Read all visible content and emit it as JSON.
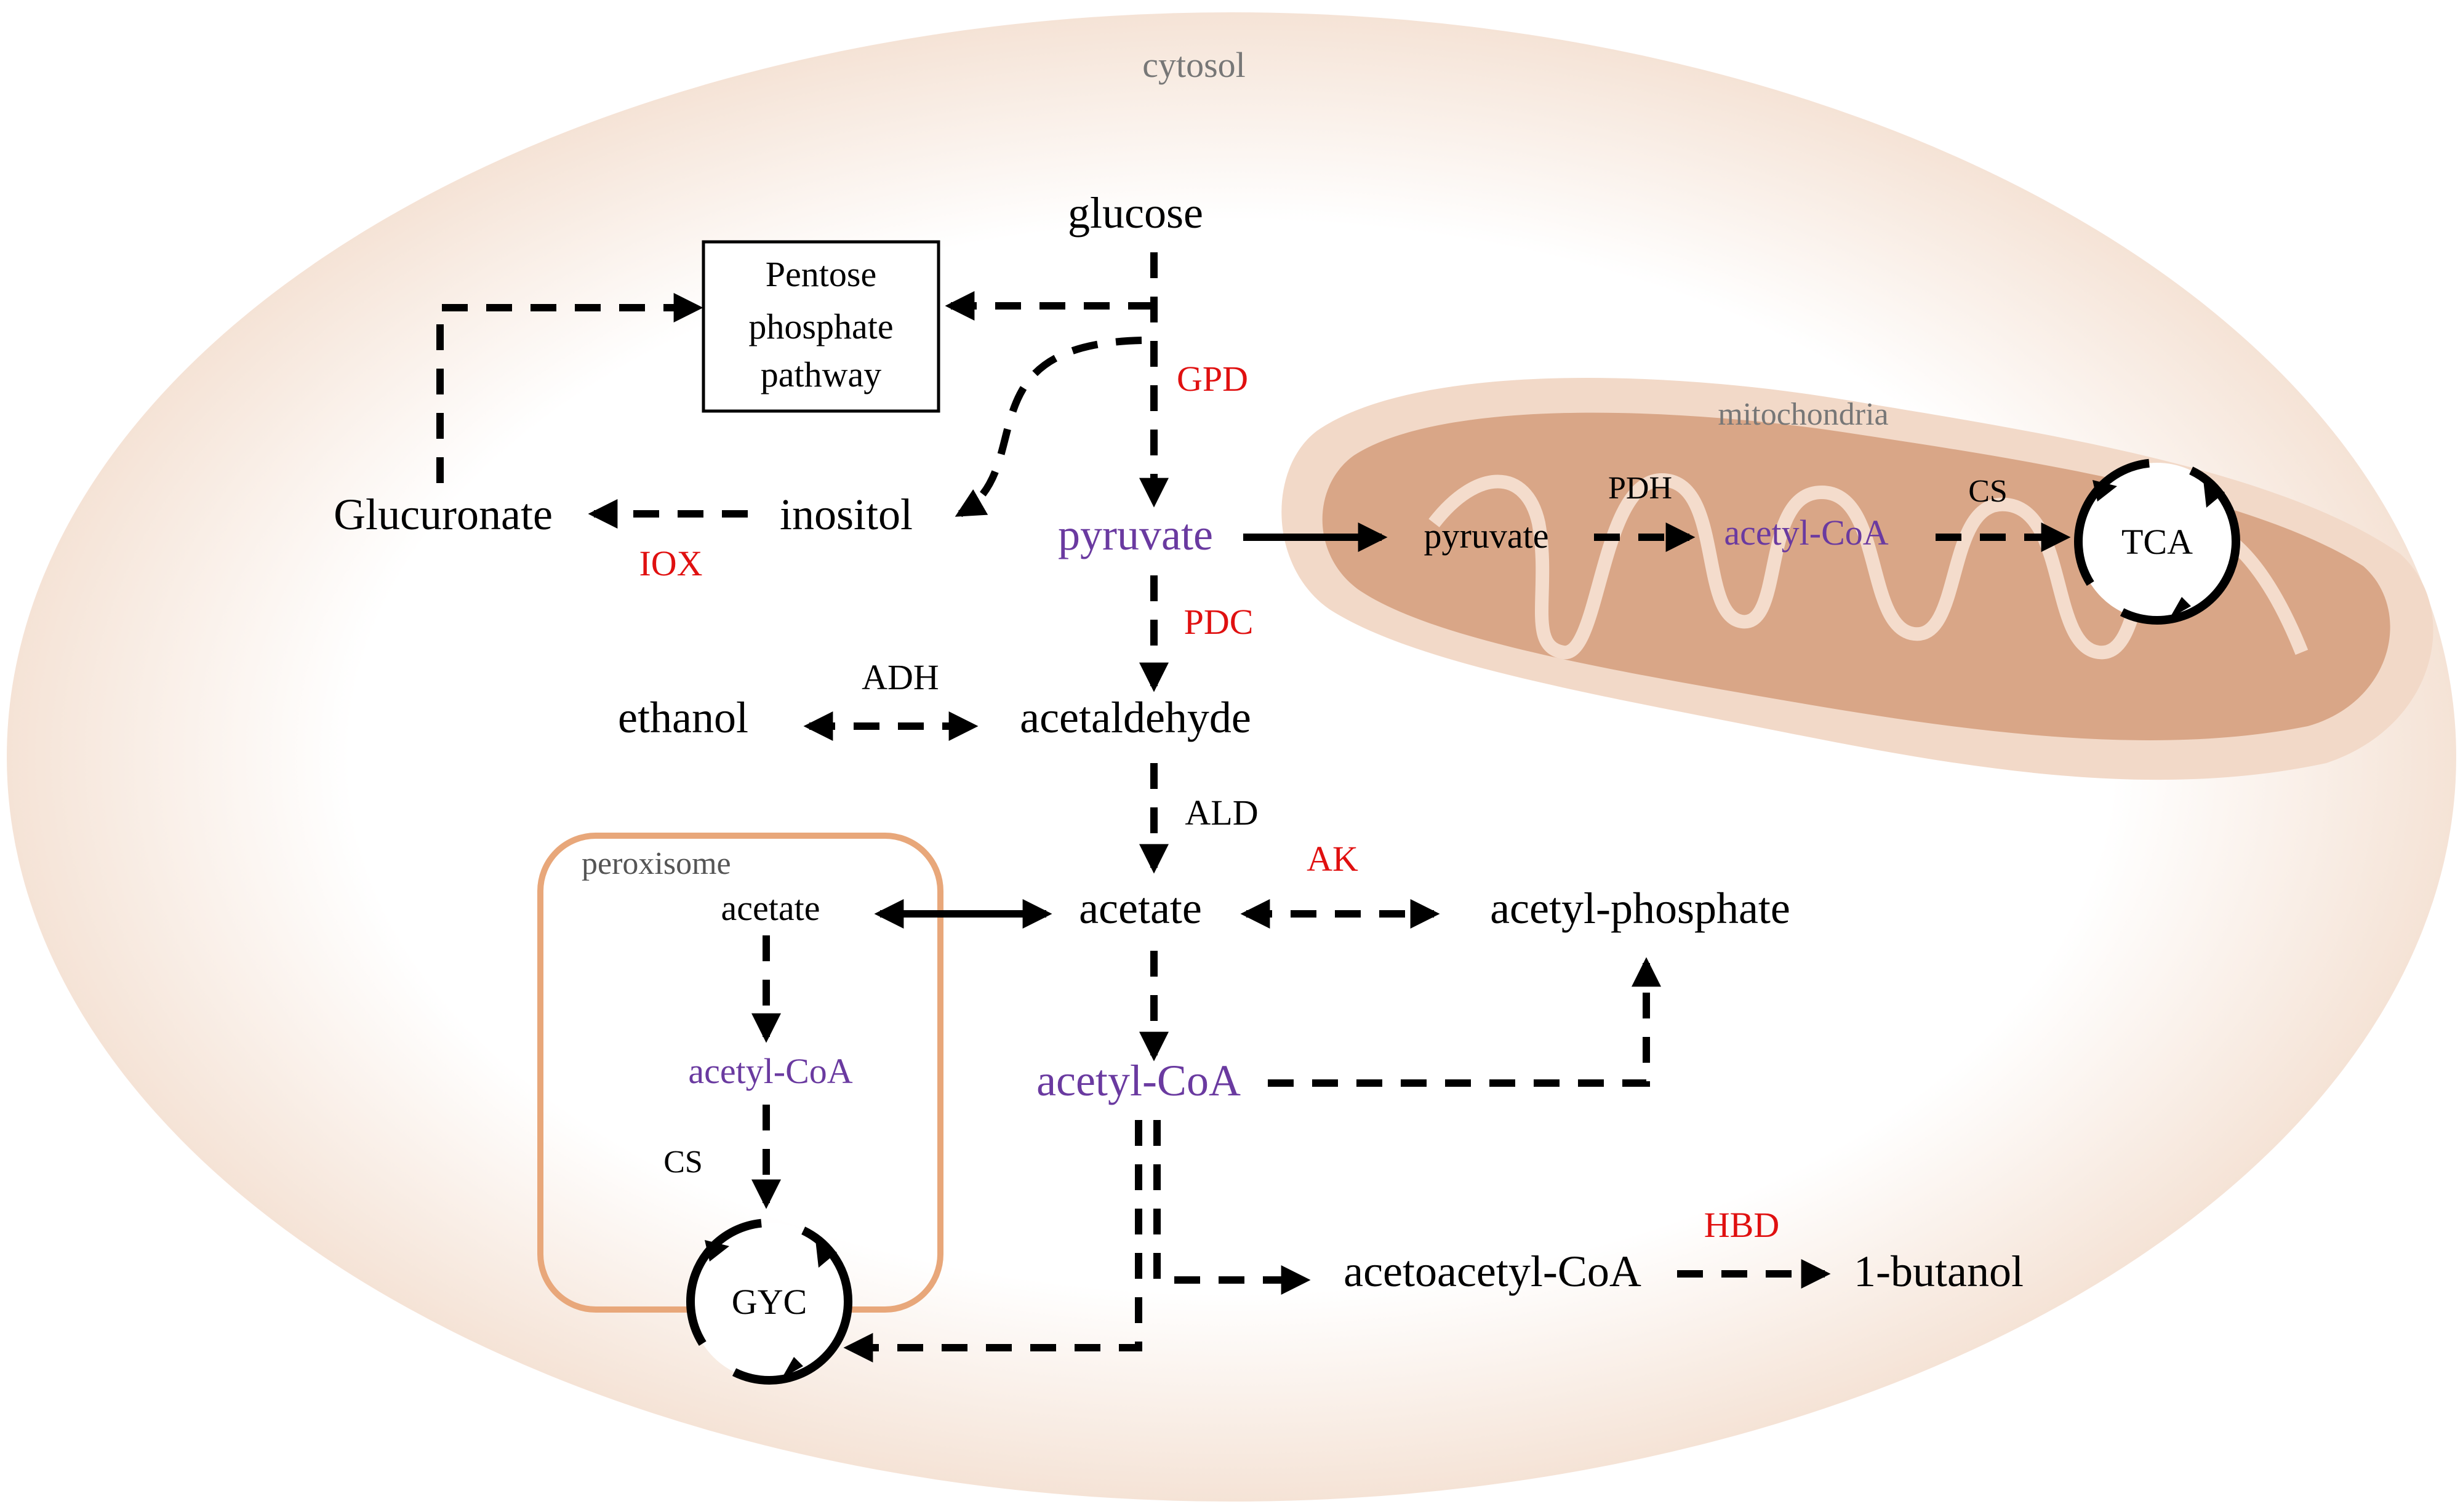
{
  "compartments": {
    "cytosol": "cytosol",
    "mitochondria": "mitochondria",
    "peroxisome": "peroxisome"
  },
  "metabolites": {
    "glucose": "glucose",
    "pentose_line1": "Pentose",
    "pentose_line2": "phosphate",
    "pentose_line3": "pathway",
    "glucuronate": "Glucuronate",
    "inositol": "inositol",
    "pyruvate_cyto": "pyruvate",
    "pyruvate_mito": "pyruvate",
    "acetylcoa_mito": "acetyl-CoA",
    "tca": "TCA",
    "ethanol": "ethanol",
    "acetaldehyde": "acetaldehyde",
    "acetate_perox": "acetate",
    "acetate_cyto": "acetate",
    "acetyl_phosphate": "acetyl-phosphate",
    "acetylcoa_perox": "acetyl-CoA",
    "acetylcoa_cyto": "acetyl-CoA",
    "gyc": "GYC",
    "acetoacetylcoa": "acetoacetyl-CoA",
    "butanol": "1-butanol"
  },
  "enzymes": {
    "gpd": "GPD",
    "iox": "IOX",
    "pdc": "PDC",
    "pdh": "PDH",
    "cs_mito": "CS",
    "adh": "ADH",
    "ald": "ALD",
    "ak": "AK",
    "cs_perox": "CS",
    "hbd": "HBD"
  },
  "colors": {
    "cytosol_fill": "#f9ede4",
    "cytosol_inner": "#ffffff",
    "mito_outer": "#f2d9c8",
    "mito_inner": "#d9a687",
    "perox_border": "#e8a77a",
    "highlight_enzyme": "#e01010",
    "acetylcoa_text": "#6a3aa0",
    "compartment_label": "#777777"
  }
}
